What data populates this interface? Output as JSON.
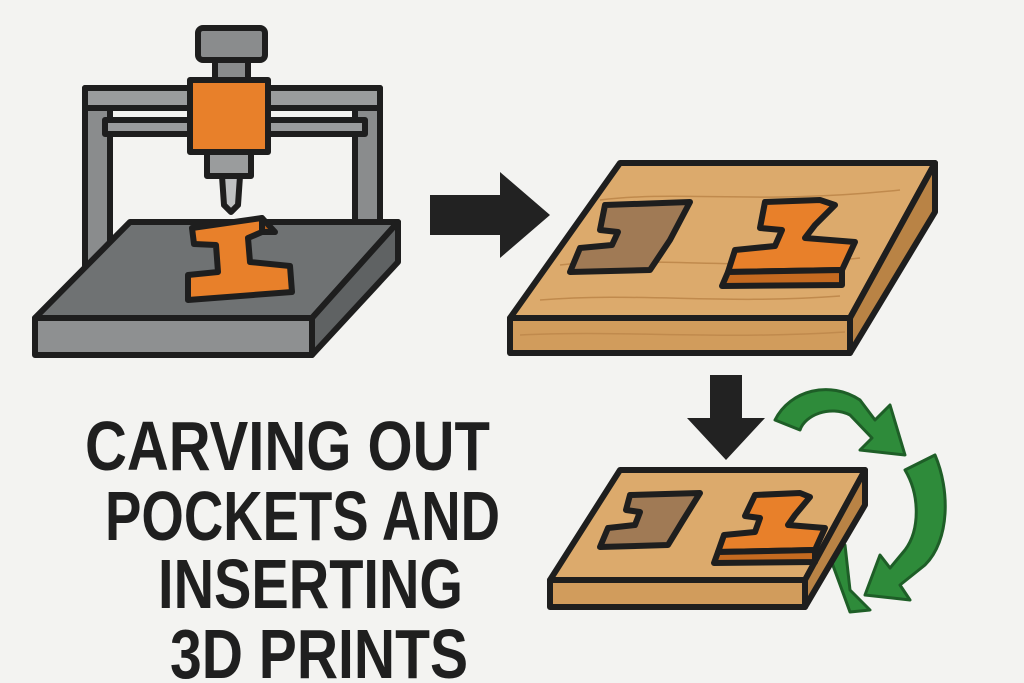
{
  "title_lines": [
    "CARVING OUT",
    "POCKETS AND",
    "INSERTING",
    "3D PRINTS"
  ],
  "colors": {
    "background": "#f3f3f1",
    "orange": "#e8802a",
    "wood": "#dcaa6c",
    "wood_dark": "#c98f50",
    "pocket": "#a07a55",
    "machine_gray": "#7d7f80",
    "outline": "#1e1e1e",
    "recycle_green": "#2e8b3a"
  },
  "icons": [
    "cnc-machine-icon",
    "arrow-right-icon",
    "wood-board-icon",
    "arrow-down-icon",
    "recycle-icon"
  ]
}
